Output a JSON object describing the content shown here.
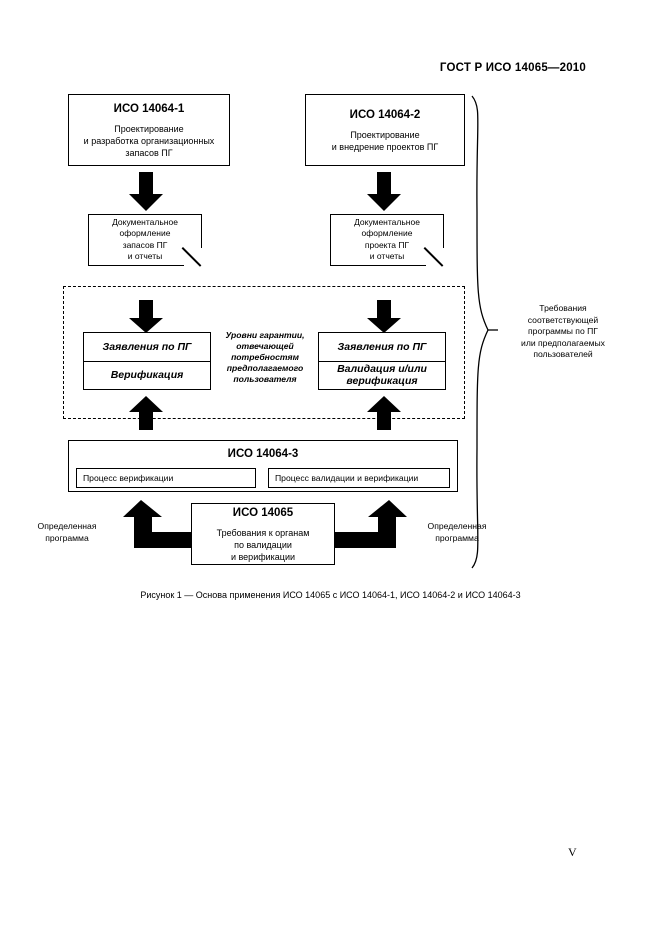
{
  "document": {
    "header": "ГОСТ Р ИСО 14065—2010",
    "page_number": "V",
    "figure_caption": "Рисунок 1 — Основа применения ИСО 14065 с ИСО 14064-1, ИСО 14064-2 и ИСО 14064-3"
  },
  "diagram": {
    "top_boxes": [
      {
        "title": "ИСО 14064-1",
        "body": "Проектирование\nи разработка организационных\nзапасов ПГ"
      },
      {
        "title": "ИСО 14064-2",
        "body": "Проектирование\nи внедрение проектов ПГ"
      }
    ],
    "documents": [
      {
        "text": "Документальное\nоформление\nзапасов ПГ\nи отчеты"
      },
      {
        "text": "Документальное\nоформление\nпроекта ПГ\nи отчеты"
      }
    ],
    "assurance_region": {
      "left_stack": [
        "Заявления по ПГ",
        "Верификация"
      ],
      "center_note": "Уровни гарантии,\nотвечающей\nпотребностям\nпредполагаемого\nпользователя",
      "right_stack": [
        "Заявления по ПГ",
        "Валидация и/или\nверификация"
      ]
    },
    "iso14064_3": {
      "title": "ИСО 14064-3",
      "left_process": "Процесс верификации",
      "right_process": "Процесс валидации и верификации"
    },
    "iso14065": {
      "title": "ИСО 14065",
      "body": "Требования к органам\nпо валидации\nи верификации"
    },
    "program_labels": {
      "left": "Определенная\nпрограмма",
      "right": "Определенная\nпрограмма"
    },
    "side_note": "Требования\nсоответствующей\nпрограммы по ПГ\nили предполагаемых\nпользователей"
  },
  "colors": {
    "ink": "#000000",
    "paper": "#ffffff"
  }
}
